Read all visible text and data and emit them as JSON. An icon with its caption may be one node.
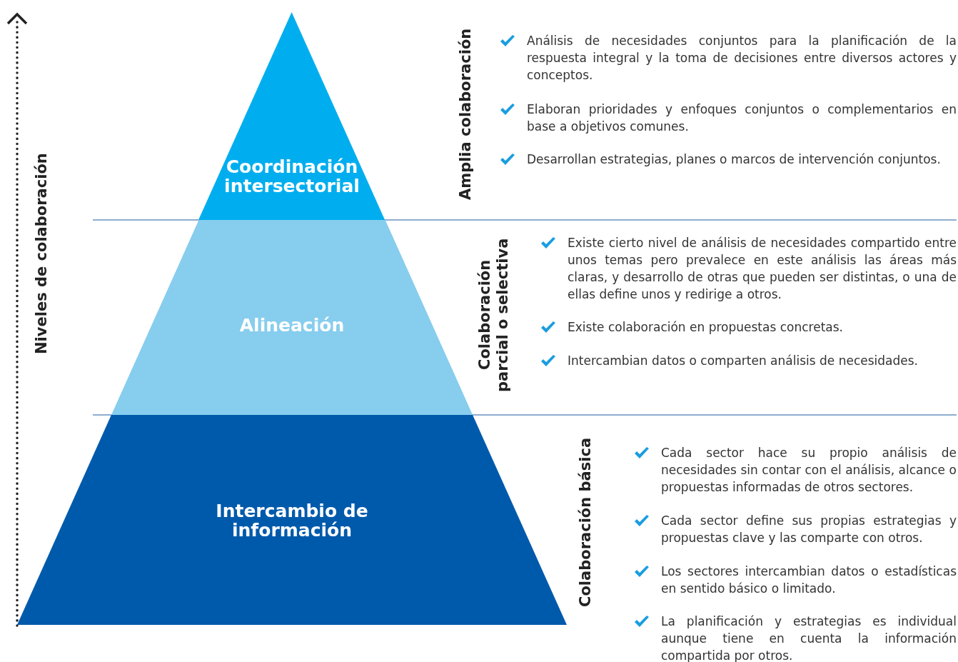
{
  "diagram": {
    "nodes": [
      {
        "text": [
          "Coordinación intersectorial"
        ]
      },
      {
        "text": [
          "Alineación"
        ]
      },
      {
        "text": [
          "Intercambio de información"
        ]
      }
    ],
    "labels": [
      "Niveles de colaboración",
      "Amplia colaboración",
      "Análisis de necesidades conjuntos para la planificación de la respuesta integral y la toma de decisiones entre diversos actores y conceptos.",
      "Elaboran prioridades y enfoques conjuntos o complementarios en base a objetivos comunes.",
      "Desarrollan estrategias, planes o marcos de intervención conjuntos.",
      "Colaboración parcial o selectiva",
      "Existe cierto nivel de análisis de necesidades compartido entre unos temas pero prevalece en este análisis las áreas más claras, y desarrollo de otras que pueden ser distintas, o una de ellas define unos y redirige a otros.",
      "Existe colaboración en propuestas concretas.",
      "Intercambian datos o comparten análisis de necesidades.",
      "Colaboración básica",
      "Cada sector hace su propio análisis de necesidades sin contar con el análisis, alcance o propuestas informadas de otros sectores.",
      "Cada sector define sus propias estrategias y propuestas clave y las comparte con otros.",
      "Los sectores intercambian datos o estadísticas en sentido básico o limitado.",
      "La planificación y estrategias es individual aunque tiene en cuenta la información compartida por otros."
    ]
  }
}
